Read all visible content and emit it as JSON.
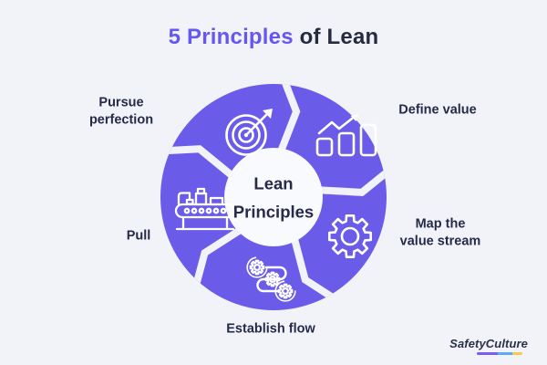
{
  "title": {
    "highlight": "5 Principles",
    "rest": " of Lean"
  },
  "center": {
    "line1": "Lean",
    "line2": "Principles"
  },
  "principles": [
    {
      "label": "Pursue perfection",
      "lines": [
        "Pursue",
        "perfection"
      ],
      "icon": "target-dart-icon",
      "position": "top-left"
    },
    {
      "label": "Define value",
      "lines": [
        "Define value"
      ],
      "icon": "growth-bar-chart-icon",
      "position": "top-right"
    },
    {
      "label": "Map the value stream",
      "lines": [
        "Map the",
        "value stream"
      ],
      "icon": "gear-icon",
      "position": "right"
    },
    {
      "label": "Establish flow",
      "lines": [
        "Establish flow"
      ],
      "icon": "workflow-gears-icon",
      "position": "bottom"
    },
    {
      "label": "Pull",
      "lines": [
        "Pull"
      ],
      "icon": "conveyor-belt-icon",
      "position": "left"
    }
  ],
  "logo": {
    "text": "SafetyCulture"
  },
  "colors": {
    "background": "#F1F3F9",
    "wheel_purple": "#6A5CE9",
    "title_accent": "#6557F0",
    "dark_text": "#252A47",
    "icon_stroke": "#FFFFFF",
    "center_circle": "#F9FAFD",
    "logo_underline": [
      "#7B5CF5",
      "#53AEF4",
      "#F6C94F"
    ]
  }
}
